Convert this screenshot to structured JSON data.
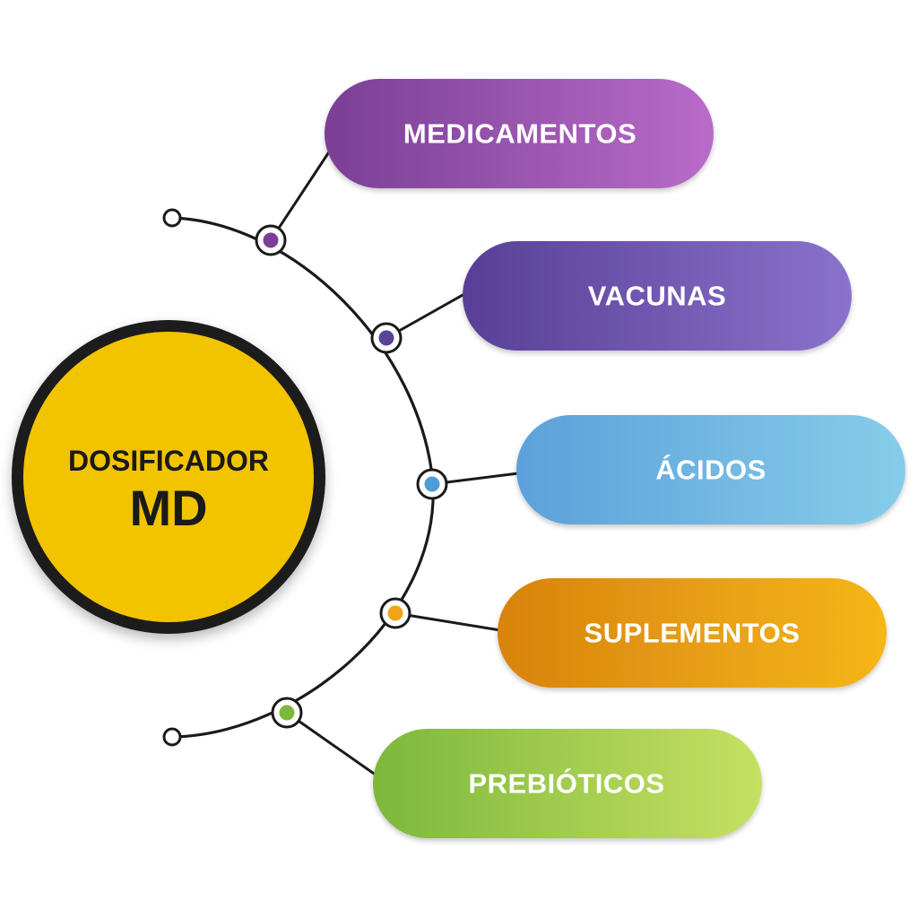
{
  "center": {
    "line1": "DOSIFICADOR",
    "line2": "MD",
    "fill_color": "#F2C400",
    "ring_color": "#1A1A1A"
  },
  "items": [
    {
      "label": "MEDICAMENTOS",
      "colors": [
        "#7A3F95",
        "#B96BC9"
      ],
      "node_color": "#7A3F95"
    },
    {
      "label": "VACUNAS",
      "colors": [
        "#583F96",
        "#8A72CC"
      ],
      "node_color": "#5B4399"
    },
    {
      "label": "ÁCIDOS",
      "colors": [
        "#5CA1DA",
        "#86CDEA"
      ],
      "node_color": "#4E9BD8"
    },
    {
      "label": "SUPLEMENTOS",
      "colors": [
        "#D8830F",
        "#F5B617"
      ],
      "node_color": "#F0A416"
    },
    {
      "label": "PREBIÓTICOS",
      "colors": [
        "#7DB83D",
        "#C6E062"
      ],
      "node_color": "#7CB83E"
    }
  ]
}
